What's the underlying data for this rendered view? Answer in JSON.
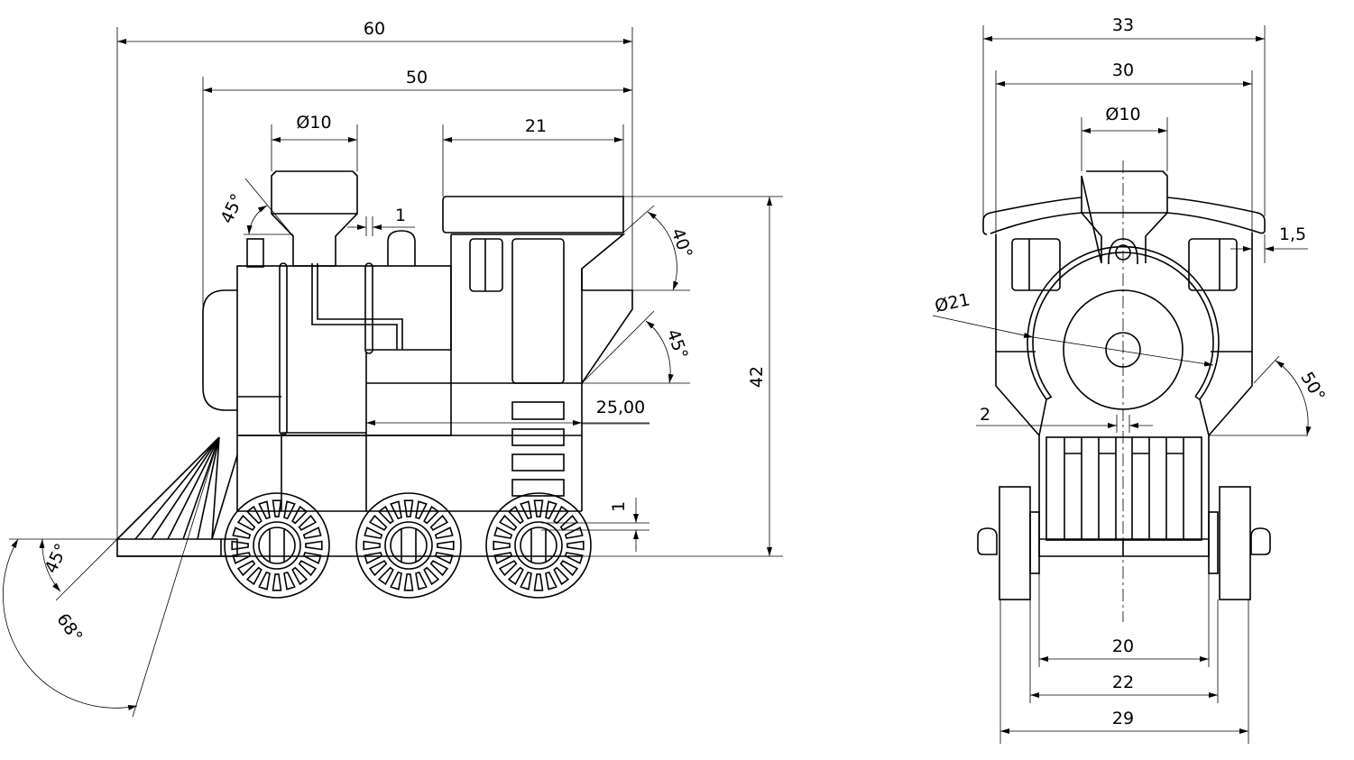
{
  "side_view": {
    "dims": {
      "overall_length": "60",
      "body_length": "50",
      "chimney_dia": "Ø10",
      "cab_roof": "21",
      "height": "42",
      "frame_length": "25,00",
      "chimney_gap": "1",
      "axle_offset": "1",
      "chimney_angle": "45°",
      "cab_top_angle": "40°",
      "cab_bottom_angle": "45°",
      "cowcatcher_angle_a": "45°",
      "cowcatcher_angle_b": "68°"
    }
  },
  "front_view": {
    "dims": {
      "roof_width": "33",
      "cab_width": "30",
      "chimney_dia": "Ø10",
      "roof_overhang": "1,5",
      "boiler_dia": "Ø21",
      "center_gap": "2",
      "side_angle": "50°",
      "frame_width": "20",
      "inner_wheel_width": "22",
      "outer_width": "29"
    }
  }
}
